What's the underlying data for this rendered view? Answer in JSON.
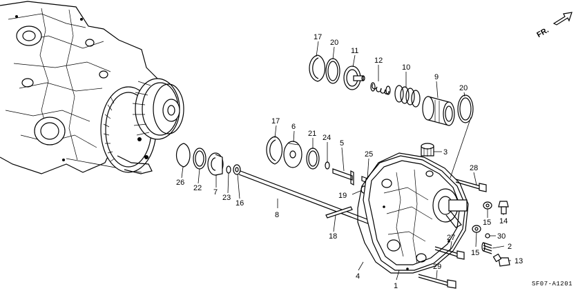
{
  "diagram": {
    "direction_label": "FR.",
    "drawing_code": "SF07-A1201",
    "callouts": [
      {
        "id": "c17a",
        "text": "17"
      },
      {
        "id": "c20a",
        "text": "20"
      },
      {
        "id": "c11",
        "text": "11"
      },
      {
        "id": "c12",
        "text": "12"
      },
      {
        "id": "c10",
        "text": "10"
      },
      {
        "id": "c9",
        "text": "9"
      },
      {
        "id": "c20b",
        "text": "20"
      },
      {
        "id": "c17b",
        "text": "17"
      },
      {
        "id": "c6",
        "text": "6"
      },
      {
        "id": "c21",
        "text": "21"
      },
      {
        "id": "c24",
        "text": "24"
      },
      {
        "id": "c5",
        "text": "5"
      },
      {
        "id": "c25",
        "text": "25"
      },
      {
        "id": "c3",
        "text": "3"
      },
      {
        "id": "c28",
        "text": "28"
      },
      {
        "id": "c26",
        "text": "26"
      },
      {
        "id": "c22",
        "text": "22"
      },
      {
        "id": "c7",
        "text": "7"
      },
      {
        "id": "c23",
        "text": "23"
      },
      {
        "id": "c16",
        "text": "16"
      },
      {
        "id": "c8",
        "text": "8"
      },
      {
        "id": "c19",
        "text": "19"
      },
      {
        "id": "c18",
        "text": "18"
      },
      {
        "id": "c15a",
        "text": "15"
      },
      {
        "id": "c14",
        "text": "14"
      },
      {
        "id": "c30",
        "text": "30"
      },
      {
        "id": "c2",
        "text": "2"
      },
      {
        "id": "c15b",
        "text": "15"
      },
      {
        "id": "c27",
        "text": "27"
      },
      {
        "id": "c13",
        "text": "13"
      },
      {
        "id": "c4",
        "text": "4"
      },
      {
        "id": "c29",
        "text": "29"
      },
      {
        "id": "c1",
        "text": "1"
      }
    ]
  }
}
